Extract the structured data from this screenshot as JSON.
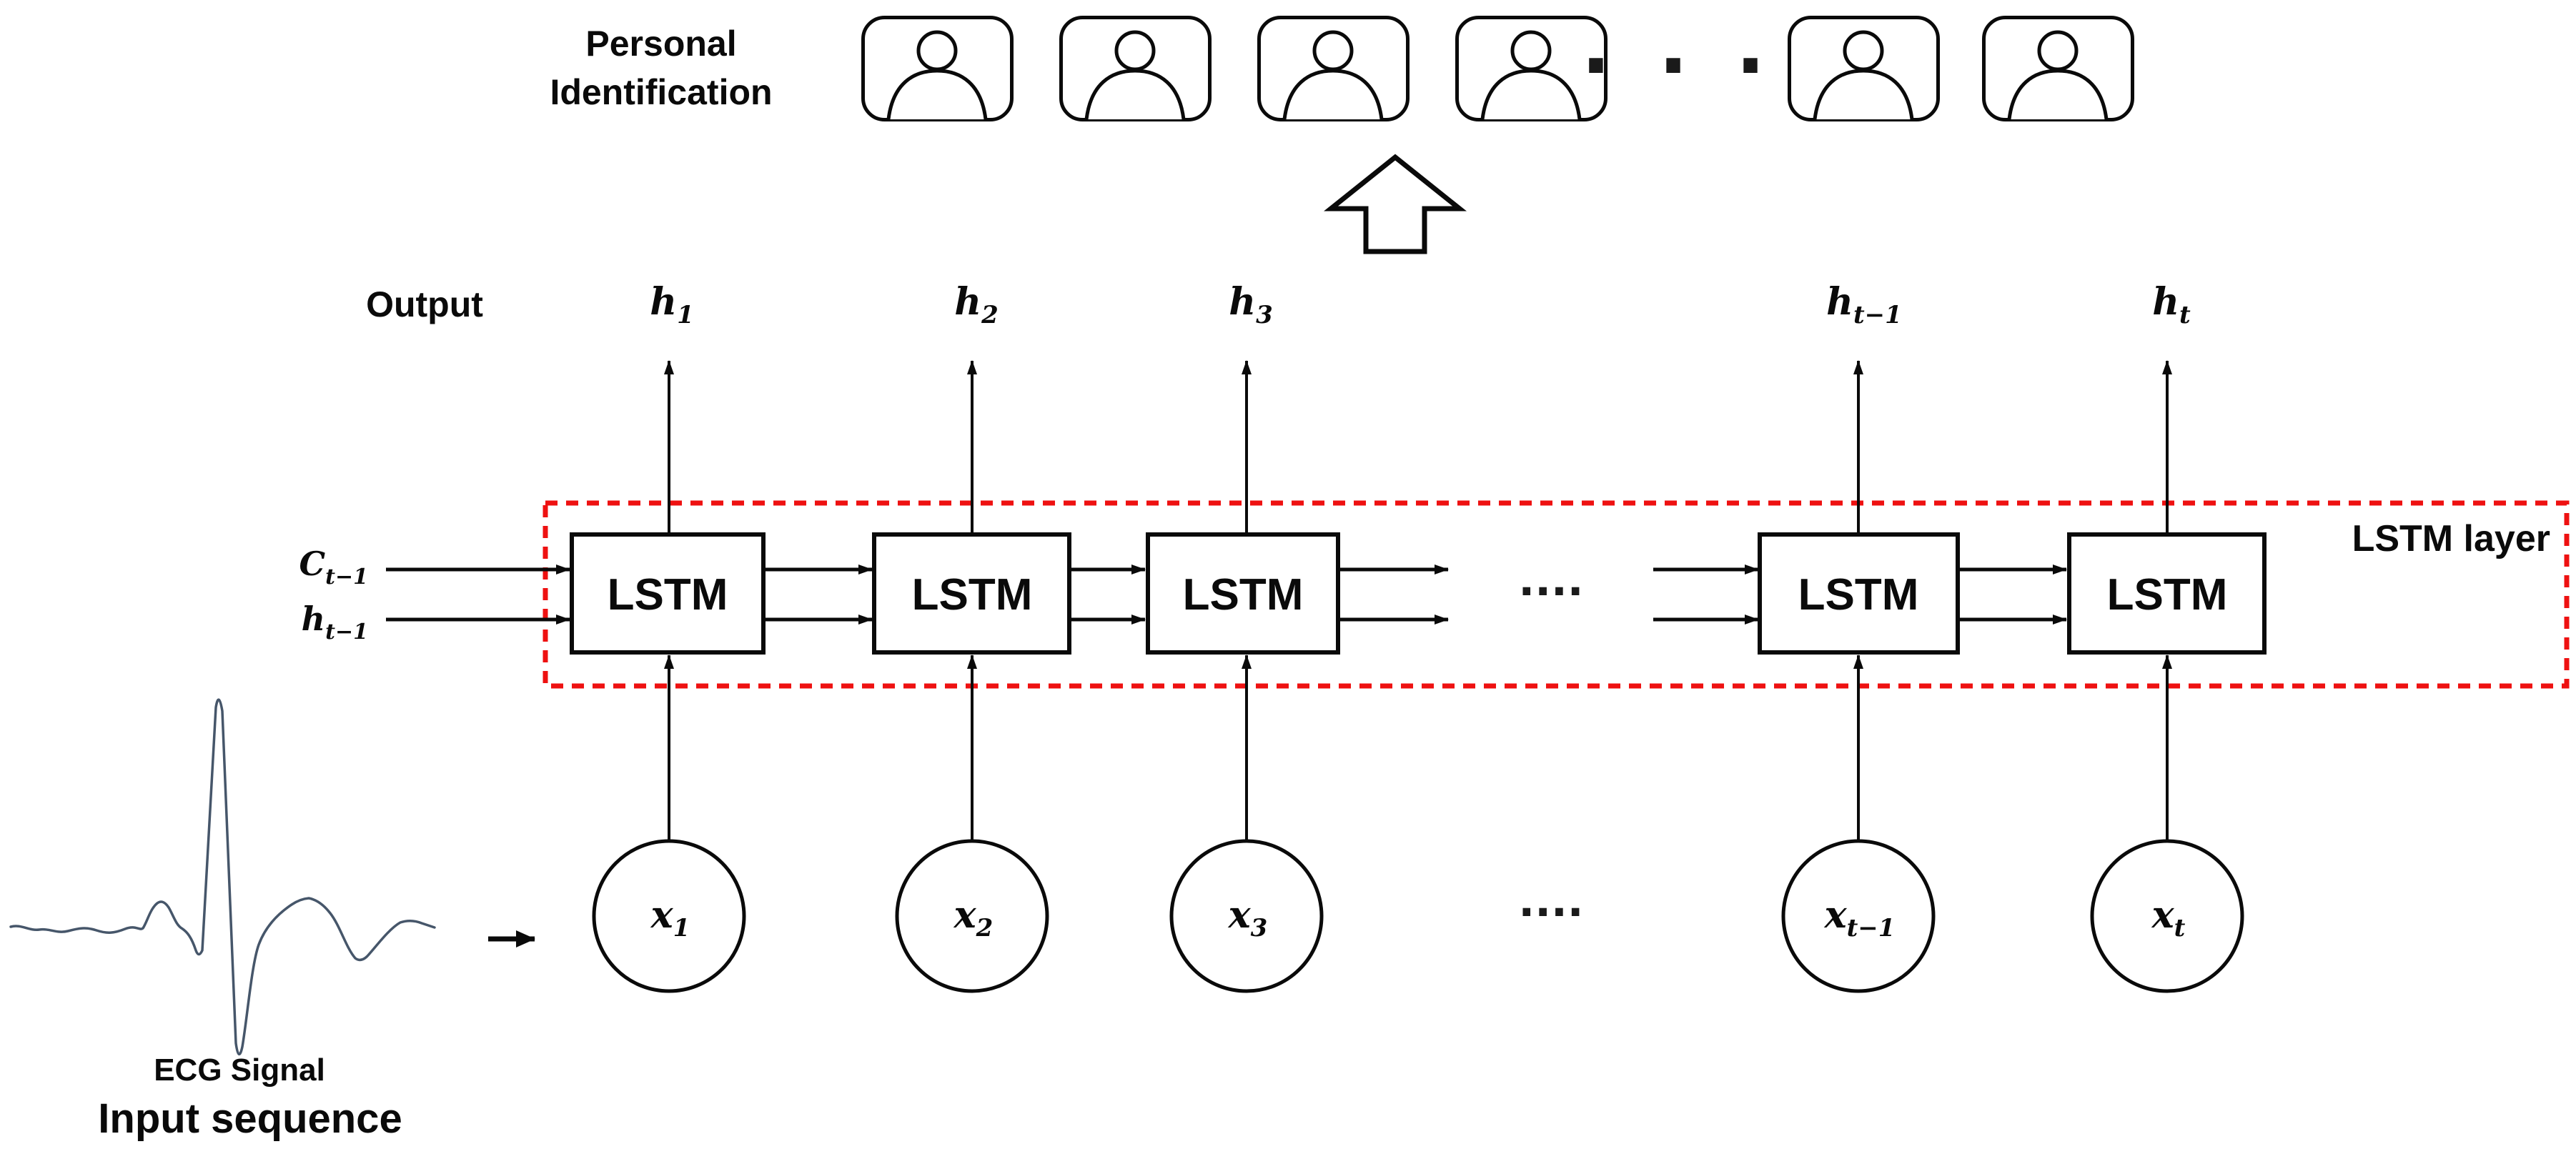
{
  "diagram": {
    "title_line1": "Personal",
    "title_line2": "Identification",
    "output_label": "Output",
    "layer_label": "LSTM layer",
    "ecg_label": "ECG Signal",
    "input_sequence_label": "Input sequence",
    "ellipsis_top": "· · ·",
    "ellipsis_mid": "····",
    "ellipsis_bottom": "····",
    "person_icons_count": 6
  },
  "lstm_boxes": {
    "labels": [
      "LSTM",
      "LSTM",
      "LSTM",
      "LSTM",
      "LSTM"
    ]
  },
  "outputs": [
    {
      "base": "h",
      "sub": "1"
    },
    {
      "base": "h",
      "sub": "2"
    },
    {
      "base": "h",
      "sub": "3"
    },
    {
      "base": "h",
      "sub": "t−1"
    },
    {
      "base": "h",
      "sub": "t"
    }
  ],
  "inputs": [
    {
      "base": "x",
      "sub": "1"
    },
    {
      "base": "x",
      "sub": "2"
    },
    {
      "base": "x",
      "sub": "3"
    },
    {
      "base": "x",
      "sub": "t−1"
    },
    {
      "base": "x",
      "sub": "t"
    }
  ],
  "recurrent_inputs": {
    "cell": {
      "base": "C",
      "sub": "t−1"
    },
    "hidden": {
      "base": "h",
      "sub": "t−1"
    }
  },
  "colors": {
    "ink": "#0a0a0a",
    "layer_box_red": "#ee1111",
    "ecg_line": "#46566a"
  }
}
